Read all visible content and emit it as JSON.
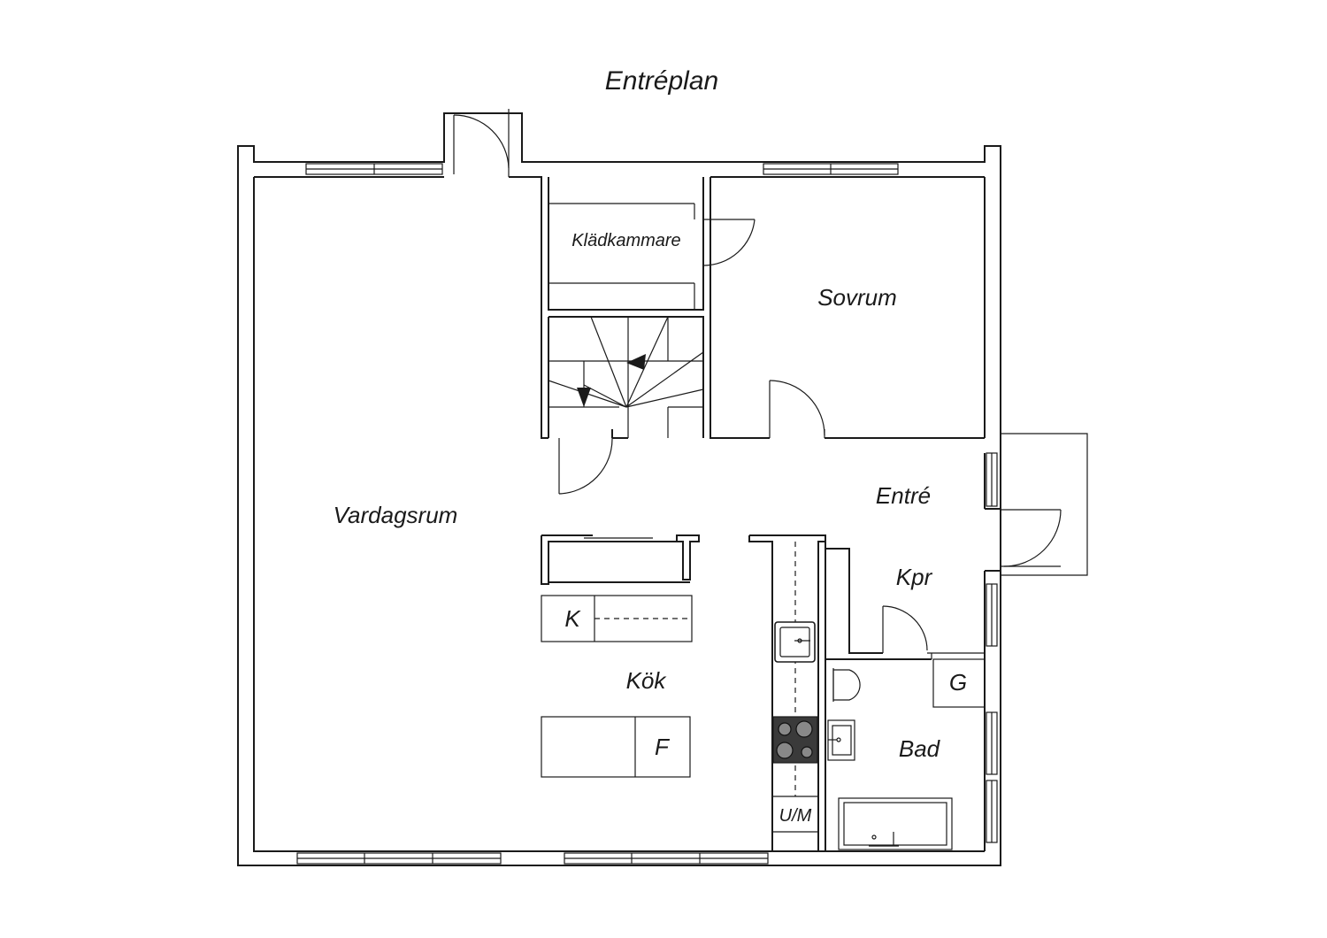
{
  "plan": {
    "title": "Entréplan",
    "rooms": {
      "kladkammare": "Klädkammare",
      "sovrum": "Sovrum",
      "vardagsrum": "Vardagsrum",
      "entre": "Entré",
      "kpr": "Kpr",
      "kok": "Kök",
      "bad": "Bad"
    },
    "fixtures": {
      "kyl": "K",
      "frys": "F",
      "tvatt": "G",
      "um": "U/M"
    }
  }
}
